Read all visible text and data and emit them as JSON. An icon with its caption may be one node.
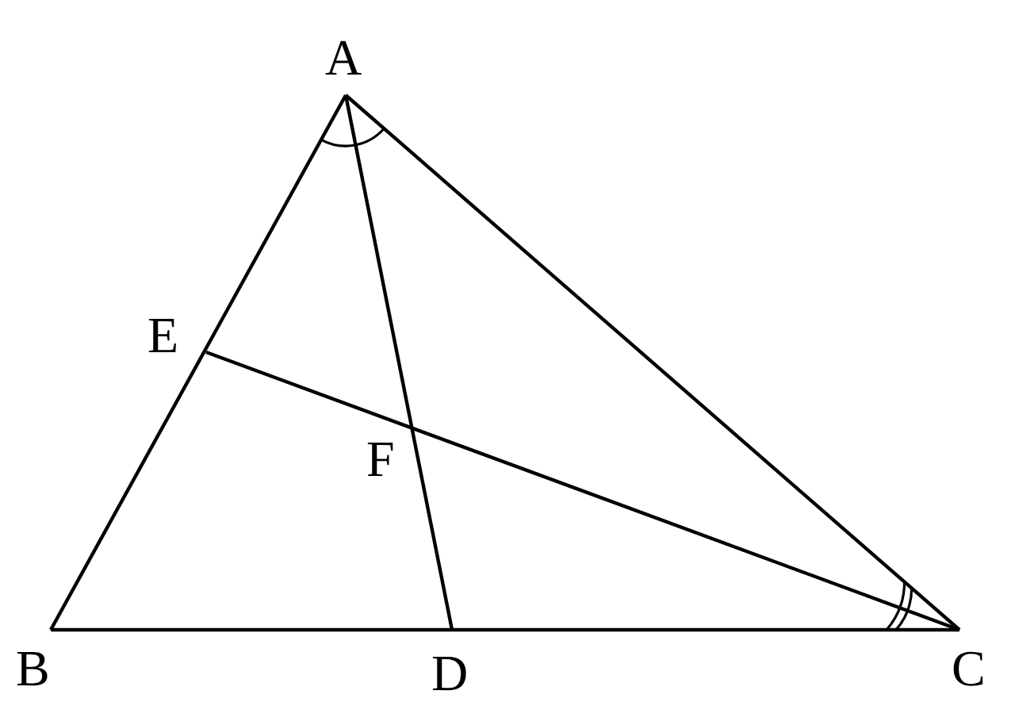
{
  "diagram": {
    "labels": [
      "A",
      "E",
      "F",
      "B",
      "D",
      "C"
    ]
  }
}
